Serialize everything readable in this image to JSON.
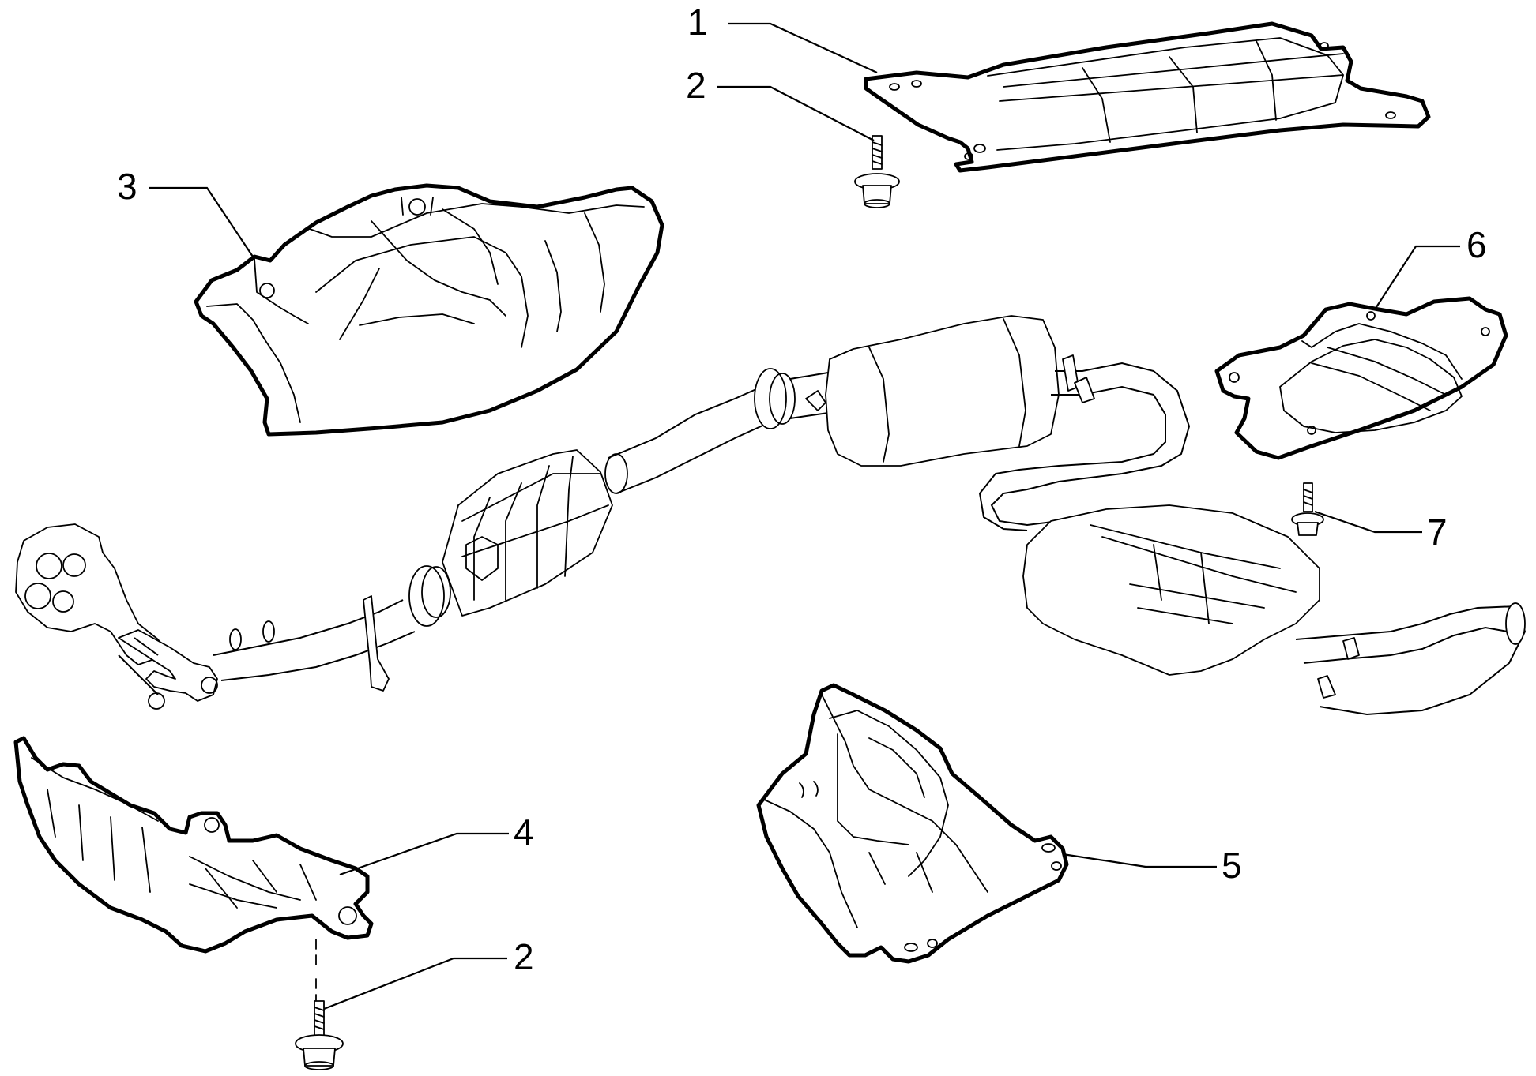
{
  "diagram": {
    "callouts": [
      {
        "id": "c1",
        "label": "1"
      },
      {
        "id": "c2a",
        "label": "2"
      },
      {
        "id": "c3",
        "label": "3"
      },
      {
        "id": "c6",
        "label": "6"
      },
      {
        "id": "c7",
        "label": "7"
      },
      {
        "id": "c4",
        "label": "4"
      },
      {
        "id": "c5",
        "label": "5"
      },
      {
        "id": "c2b",
        "label": "2"
      }
    ]
  }
}
